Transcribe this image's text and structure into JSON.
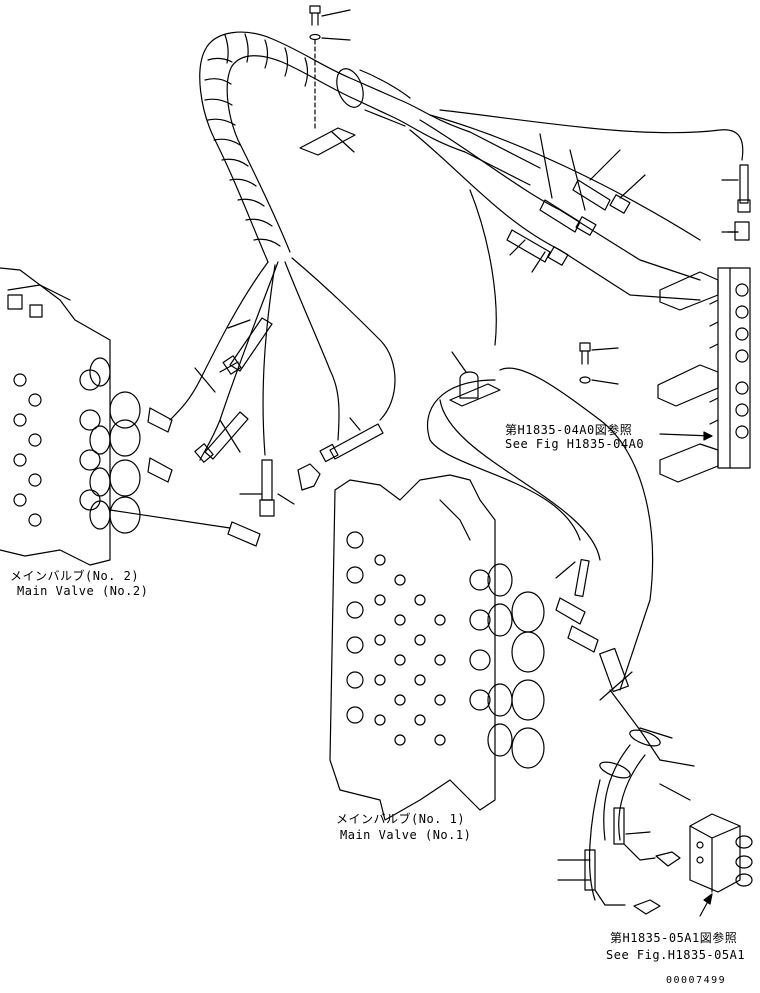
{
  "diagram": {
    "ref_top_jp": "第H1835-04A0図参照",
    "ref_top_en": "See Fig H1835-04A0",
    "main_valve_2_jp": "メインバルブ(No. 2)",
    "main_valve_2_en": "Main Valve (No.2)",
    "main_valve_1_jp": "メインバルブ(No. 1)",
    "main_valve_1_en": "Main Valve (No.1)",
    "ref_bottom_jp": "第H1835-05A1図参照",
    "ref_bottom_en": "See Fig.H1835-05A1",
    "drawing_id": "00007499"
  }
}
